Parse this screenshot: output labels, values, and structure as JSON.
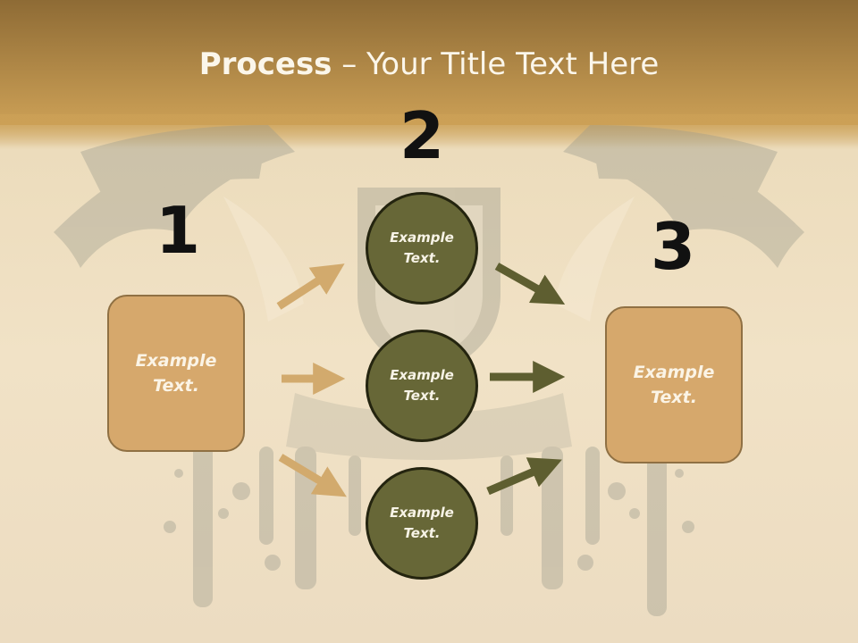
{
  "slide": {
    "title_bold": "Process",
    "title_rest": " – Your Title Text Here"
  },
  "steps": {
    "one": {
      "number": "1",
      "box_text": "Example Text."
    },
    "two": {
      "number": "2",
      "circles": [
        "Example Text.",
        "Example Text.",
        "Example Text."
      ]
    },
    "three": {
      "number": "3",
      "box_text": "Example Text."
    }
  },
  "colors": {
    "header": "#c99f52",
    "background": "#f1e2c6",
    "box_fill": "#d6a86c",
    "circle_fill": "#676737",
    "arrow_tan": "#d2aa6d",
    "arrow_olive": "#5e5e30",
    "watermark": "#9a9a8c"
  }
}
